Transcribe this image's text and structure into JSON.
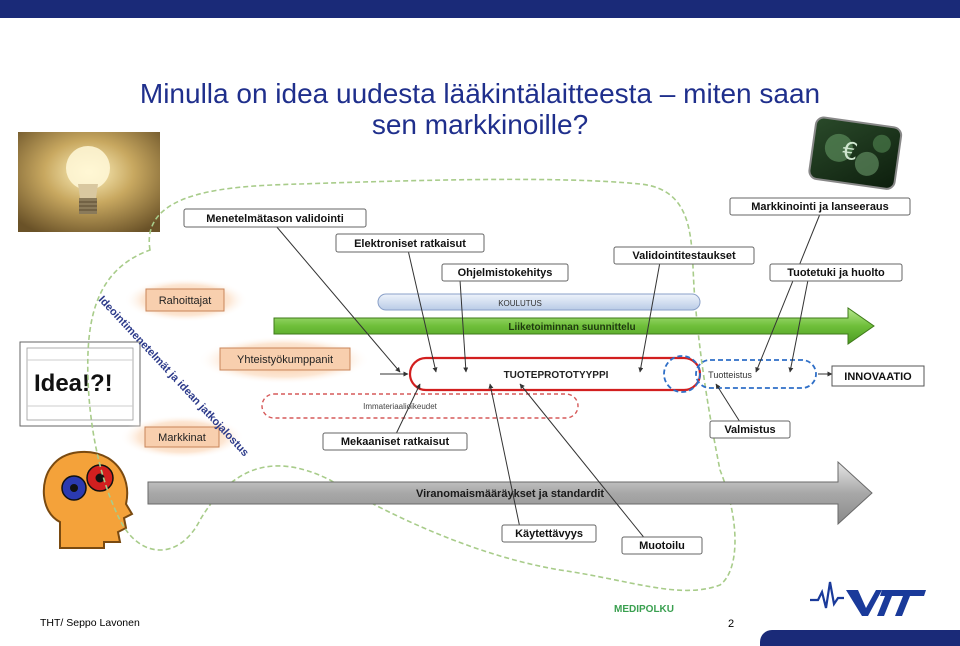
{
  "slide": {
    "title_line1": "Minulla on idea uudesta lääkintälaitteesta – miten saan",
    "title_line2": "sen markkinoille?",
    "footer_author": "THT/ Seppo Lavonen",
    "page_number": "2"
  },
  "colors": {
    "title": "#1f2f8c",
    "bar": "#1a2a78",
    "green_arrow": "#6fbf3a",
    "grey_arrow": "#9a9a9a",
    "red_outline": "#d21f1f",
    "blue_dashed": "#2f6fc7",
    "orange_glow": "#f4b27a"
  },
  "left_images": {
    "idea_sign": "Idea!?!"
  },
  "diagram": {
    "vertical_text": "Ideointimenetelmät ja idean jatkojalostus",
    "orange_boxes": [
      "Rahoittajat",
      "Yhteistyökumppanit",
      "Markkinat"
    ],
    "labels": {
      "menetelmataso": "Menetelmätason validointi",
      "elektroniset": "Elektroniset ratkaisut",
      "ohjelmisto": "Ohjelmistokehitys",
      "validointitestaukset": "Validointitestaukset",
      "markkinointi": "Markkinointi ja lanseeraus",
      "tuotetuki": "Tuotetuki ja huolto",
      "koulutus": "KOULUTUS",
      "liiketoiminta": "Liiketoiminnan suunnittelu",
      "tuoteprototyyppi": "TUOTEPROTOTYYPPI",
      "tuotteistus": "Tuotteistus",
      "innovaatio": "INNOVAATIO",
      "immateriaalioikeudet": "Immateriaalioikeudet",
      "mekaaniset": "Mekaaniset ratkaisut",
      "valmistus": "Valmistus",
      "viranomais": "Viranomaismääräykset ja standardit",
      "kaytettavyys": "Käytettävyys",
      "muotoilu": "Muotoilu",
      "medipolku": "MEDIPOLKU"
    }
  }
}
